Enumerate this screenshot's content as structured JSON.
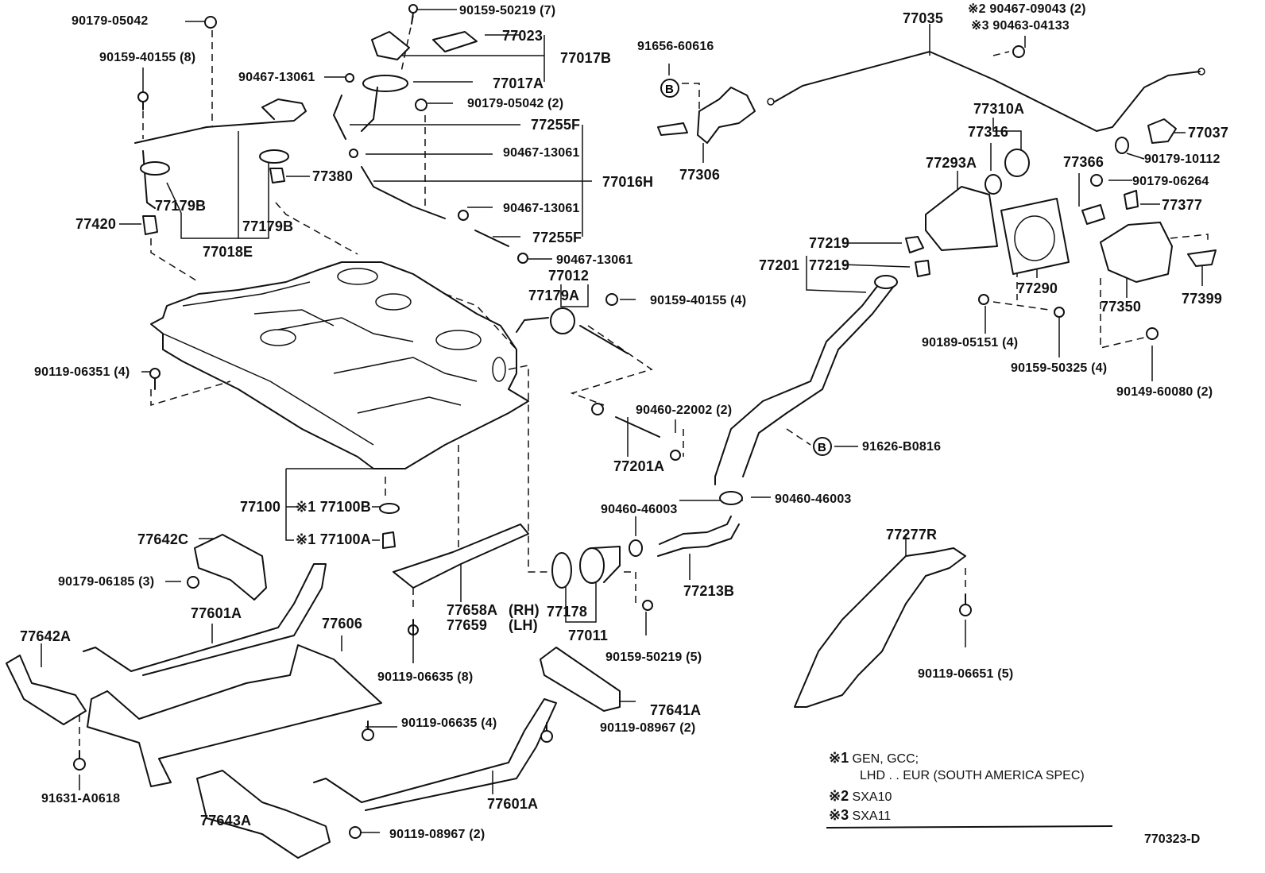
{
  "diagram": {
    "doc_id": "770323-D",
    "callouts": {
      "c01": "90179-05042",
      "c02": "90159-40155 (8)",
      "c03": "90467-13061",
      "c04": "77179B",
      "c05": "77179B",
      "c06": "77420",
      "c07": "77018E",
      "c08": "77380",
      "c09": "90159-50219 (7)",
      "c10": "77023",
      "c11": "77017B",
      "c12": "77017A",
      "c13": "90179-05042 (2)",
      "c14": "77255F",
      "c15": "90467-13061",
      "c16": "77016H",
      "c17": "90467-13061",
      "c18": "77255F",
      "c19": "90467-13061",
      "c20": "77012",
      "c21": "77179A",
      "c22": "90159-40155 (4)",
      "c23": "91656-60616",
      "c24": "77306",
      "c25": "77035",
      "c26": "90467-09043 (2)",
      "c27": "90463-04133",
      "c28": "77310A",
      "c29": "77316",
      "c30": "77037",
      "c31": "90179-10112",
      "c32": "77293A",
      "c33": "77366",
      "c34": "90179-06264",
      "c35": "77377",
      "c36": "77219",
      "c37": "77219",
      "c38": "77201",
      "c39": "77290",
      "c40": "77350",
      "c41": "77399",
      "c42": "90189-05151 (4)",
      "c43": "90159-50325 (4)",
      "c44": "90149-60080 (2)",
      "c45": "90119-06351 (4)",
      "c46": "90460-22002 (2)",
      "c47": "91626-B0816",
      "c48": "77201A",
      "c49": "90460-46003",
      "c50": "90460-46003",
      "c51": "77100",
      "c52": "77100B",
      "c53": "77100A",
      "c54": "77642C",
      "c55": "90179-06185 (3)",
      "c56": "77601A",
      "c57": "77606",
      "c58": "77642A",
      "c59": "77658A",
      "c60": "(RH)",
      "c61": "77659",
      "c62": "(LH)",
      "c63": "77178",
      "c64": "77011",
      "c65": "77213B",
      "c66": "90159-50219 (5)",
      "c67": "90119-06635 (8)",
      "c68": "77277R",
      "c69": "90119-06651 (5)",
      "c70": "77641A",
      "c71": "90119-06635 (4)",
      "c72": "90119-08967 (2)",
      "c73": "91631-A0618",
      "c74": "77601A",
      "c75": "77643A",
      "c76": "90119-08967 (2)"
    },
    "marks": {
      "m1": "※1",
      "m2": "※2",
      "m3": "※3",
      "ref_b": "B"
    },
    "legend": [
      {
        "mark": "※1",
        "text": "GEN, GCC;"
      },
      {
        "mark": "",
        "text": "LHD . . EUR (SOUTH AMERICA SPEC)"
      },
      {
        "mark": "※2",
        "text": "SXA10"
      },
      {
        "mark": "※3",
        "text": "SXA11"
      }
    ]
  }
}
